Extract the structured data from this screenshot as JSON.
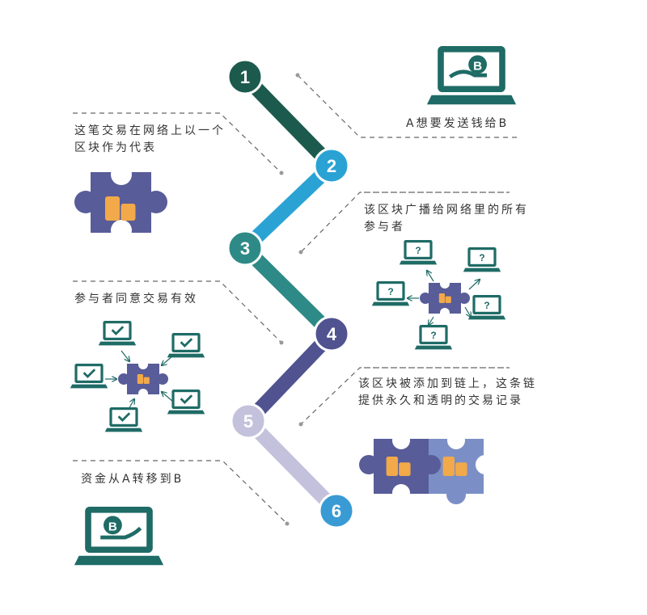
{
  "steps": [
    {
      "number": "1",
      "color": "#1d5a4e",
      "caption": "A想要发送钱给B"
    },
    {
      "number": "2",
      "color": "#2aa3d4",
      "caption": "这笔交易在网络上以一个区块作为代表"
    },
    {
      "number": "3",
      "color": "#2e8a86",
      "caption": "该区块广播给网络里的所有参与者"
    },
    {
      "number": "4",
      "color": "#50538f",
      "caption": "参与者同意交易有效"
    },
    {
      "number": "5",
      "color": "#c4c1dc",
      "caption": "该区块被添加到链上，这条链提供永久和透明的交易记录"
    },
    {
      "number": "6",
      "color": "#3a9bd4",
      "caption": "资金从A转移到B"
    }
  ],
  "captions": {
    "step1": "A想要发送钱给B",
    "step2_line1": "这笔交易在网络上以一个",
    "step2_line2": "区块作为代表",
    "step3_line1": "该区块广播给网络里的所有",
    "step3_line2": "参与者",
    "step4": "参与者同意交易有效",
    "step5_line1": "该区块被添加到链上，这条链",
    "step5_line2": "提供永久和透明的交易记录",
    "step6": "资金从A转移到B"
  },
  "icons": {
    "laptop_color": "#1f6b66",
    "puzzle_color": "#585c98",
    "puzzle_light_color": "#7b8fc6",
    "coin_color": "#f1a94a",
    "question_mark": "?",
    "check_mark": "✔",
    "bitcoin": "B"
  }
}
